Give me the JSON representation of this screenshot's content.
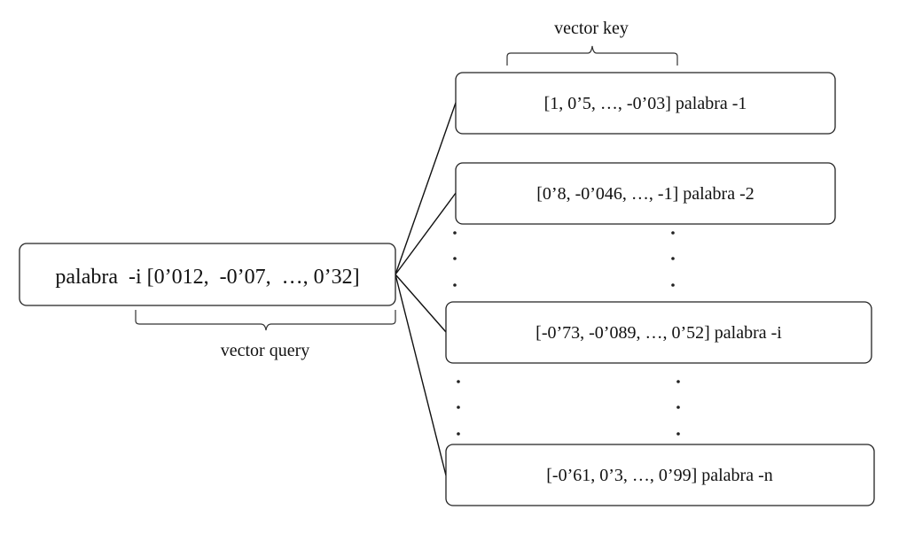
{
  "query_node": {
    "text": "palabra  -i [0’012,  -0’07,  …, 0’32]"
  },
  "query_label": "vector query",
  "key_label": "vector key",
  "key_nodes": [
    {
      "text": "[1, 0’5, …, -0’03] palabra -1"
    },
    {
      "text": "[0’8, -0’046, …, -1] palabra -2"
    },
    {
      "text": "[-0’73, -0’089, …, 0’52] palabra -i"
    },
    {
      "text": "[-0’61, 0’3, …, 0’99] palabra -n"
    }
  ],
  "colors": {
    "stroke": "#222222",
    "text": "#111111",
    "background": "#ffffff"
  }
}
